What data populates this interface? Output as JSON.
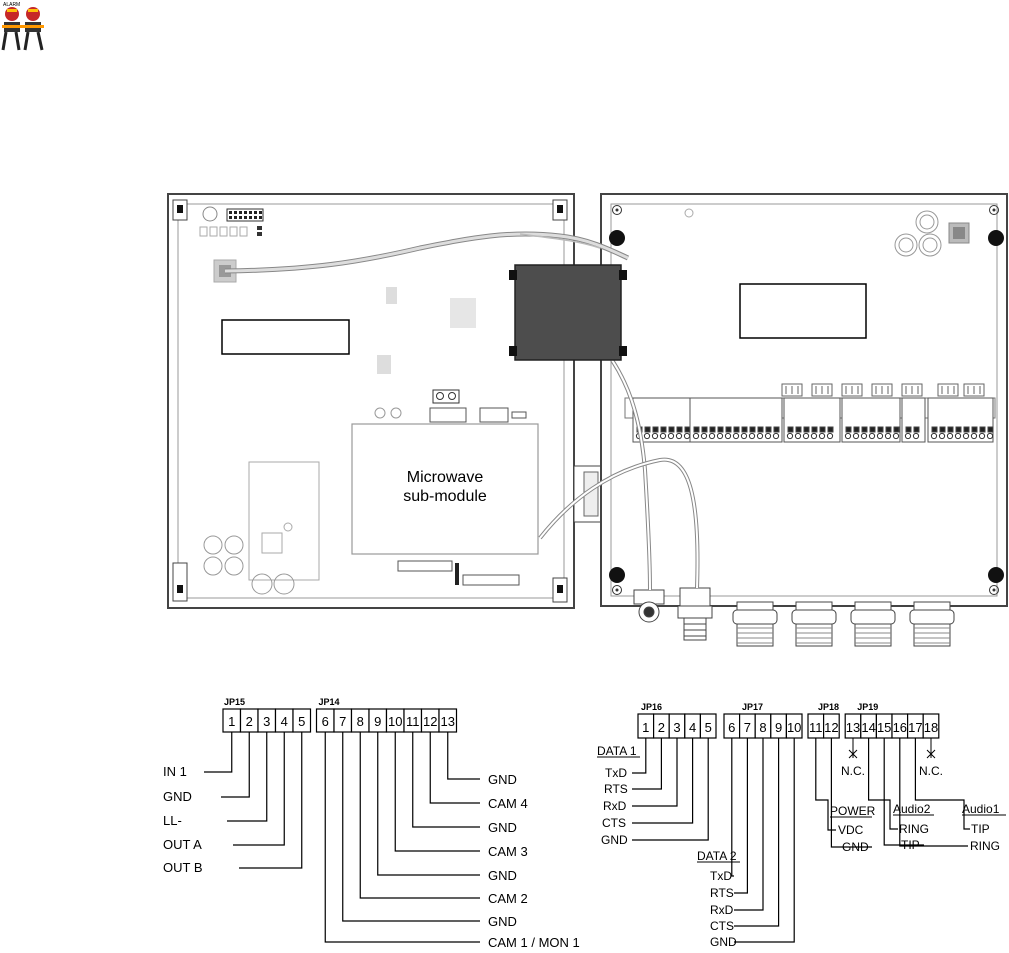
{
  "module_label": [
    "Microwave",
    "sub-module"
  ],
  "left_block": {
    "headers": {
      "jp15": "JP15",
      "jp14": "JP14"
    },
    "pins": [
      "1",
      "2",
      "3",
      "4",
      "5",
      "6",
      "7",
      "8",
      "9",
      "10",
      "11",
      "12",
      "13"
    ],
    "left_signals": [
      "IN 1",
      "GND",
      "LL-",
      "OUT A",
      "OUT B"
    ],
    "right_signals": [
      "GND",
      "CAM 4",
      "GND",
      "CAM 3",
      "GND",
      "CAM 2",
      "GND",
      "CAM 1 / MON 1"
    ]
  },
  "right_block": {
    "headers": {
      "jp16": "JP16",
      "jp17": "JP17",
      "jp18": "JP18",
      "jp19": "JP19"
    },
    "pins": [
      "1",
      "2",
      "3",
      "4",
      "5",
      "6",
      "7",
      "8",
      "9",
      "10",
      "11",
      "12",
      "13",
      "14",
      "15",
      "16",
      "17",
      "18"
    ],
    "data1": {
      "title": "DATA 1",
      "signals": [
        "TxD",
        "RTS",
        "RxD",
        "CTS",
        "GND"
      ]
    },
    "data2": {
      "title": "DATA 2",
      "signals": [
        "TxD",
        "RTS",
        "RxD",
        "CTS",
        "GND"
      ]
    },
    "power": {
      "title": "POWER",
      "signals": [
        "VDC",
        "GND"
      ]
    },
    "audio2": {
      "title": "Audio2",
      "signals": [
        "RING",
        "TIP"
      ]
    },
    "audio1": {
      "title": "Audio1",
      "signals": [
        "TIP",
        "RING"
      ]
    },
    "nc": "N.C."
  }
}
